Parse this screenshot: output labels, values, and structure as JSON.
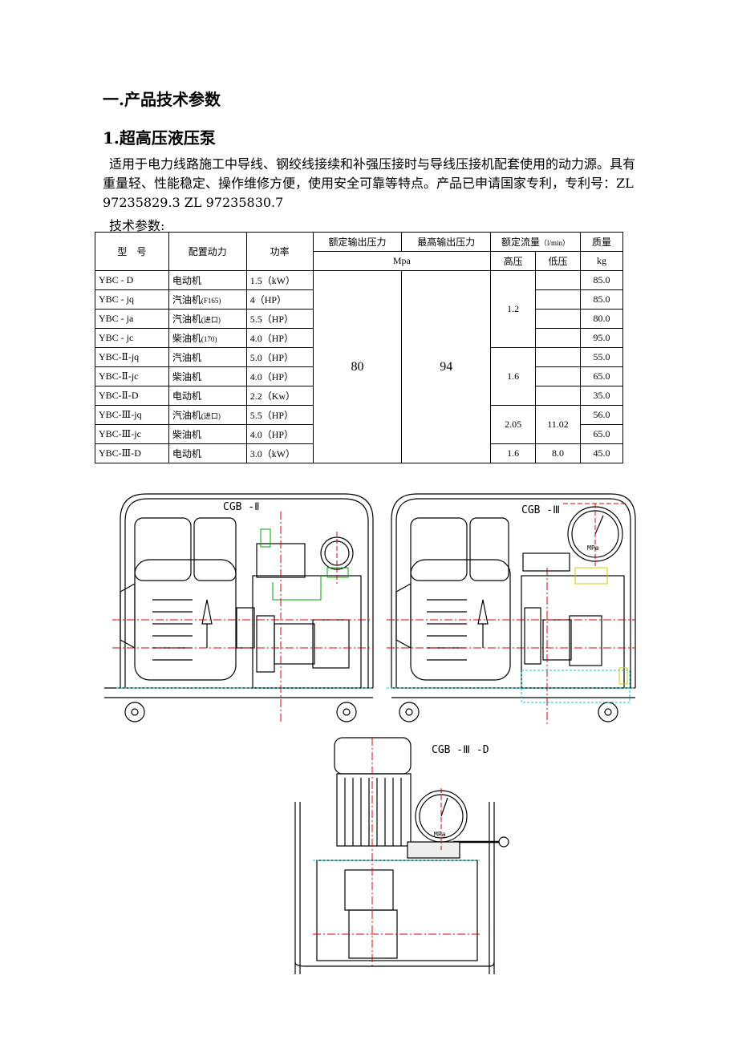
{
  "section_title": "一.产品技术参数",
  "subsection_title": "1.超高压液压泵",
  "paragraph": "适用于电力线路施工中导线、钢绞线接续和补强压接时与导线压接机配套使用的动力源。具有重量轻、性能稳定、操作维修方便，使用安全可靠等特点。产品已申请国家专利，专利号：ZL 97235829.3 ZL 97235830.7",
  "param_label": "技术参数:",
  "table": {
    "headers": {
      "model": "型　号",
      "power_config": "配置动力",
      "power": "功率",
      "rated_pressure": "额定输出压力",
      "max_pressure": "最高输出压力",
      "flow": "额定流量",
      "flow_unit": "（l/min）",
      "mass": "质量",
      "pressure_unit": "Mpa",
      "high": "高压",
      "low": "低压",
      "mass_unit": "kg"
    },
    "rows": [
      {
        "model": "YBC - D",
        "engine": "电动机",
        "engine_note": "",
        "power": "1.5（kW）",
        "mass": "85.0"
      },
      {
        "model": "YBC - jq",
        "engine": "汽油机",
        "engine_note": "(F165)",
        "power": "4（HP）",
        "mass": "85.0"
      },
      {
        "model": "YBC - ja",
        "engine": "汽油机",
        "engine_note": "(进口)",
        "power": "5.5（HP）",
        "mass": "80.0"
      },
      {
        "model": "YBC - jc",
        "engine": "柴油机",
        "engine_note": "(170)",
        "power": "4.0（HP）",
        "mass": "95.0"
      },
      {
        "model": "YBC-Ⅱ-jq",
        "engine": "汽油机",
        "engine_note": "",
        "power": "5.0（HP）",
        "mass": "55.0"
      },
      {
        "model": "YBC-Ⅱ-jc",
        "engine": "柴油机",
        "engine_note": "",
        "power": "4.0（HP）",
        "mass": "65.0"
      },
      {
        "model": "YBC-Ⅱ-D",
        "engine": "电动机",
        "engine_note": "",
        "power": "2.2（Kw）",
        "mass": "35.0"
      },
      {
        "model": "YBC-Ⅲ-jq",
        "engine": "汽油机",
        "engine_note": "(进口)",
        "power": "5.5（HP）",
        "mass": "56.0"
      },
      {
        "model": "YBC-Ⅲ-jc",
        "engine": "柴油机",
        "engine_note": "",
        "power": "4.0（HP）",
        "mass": "65.0"
      },
      {
        "model": "YBC-Ⅲ-D",
        "engine": "电动机",
        "engine_note": "",
        "power": "3.0（kW）",
        "mass": "45.0"
      }
    ],
    "rated_value": "80",
    "max_value": "94",
    "high_pressure_groups": [
      "1.2",
      "1.6",
      "2.05",
      "1.6"
    ],
    "low_pressure_groups": [
      "11.02",
      "8.0"
    ]
  },
  "drawings": {
    "left_label": "CGB -Ⅱ",
    "right_label": "CGB -Ⅲ",
    "bottom_label": "CGB -Ⅲ -D",
    "gauge_text": "MPa"
  }
}
